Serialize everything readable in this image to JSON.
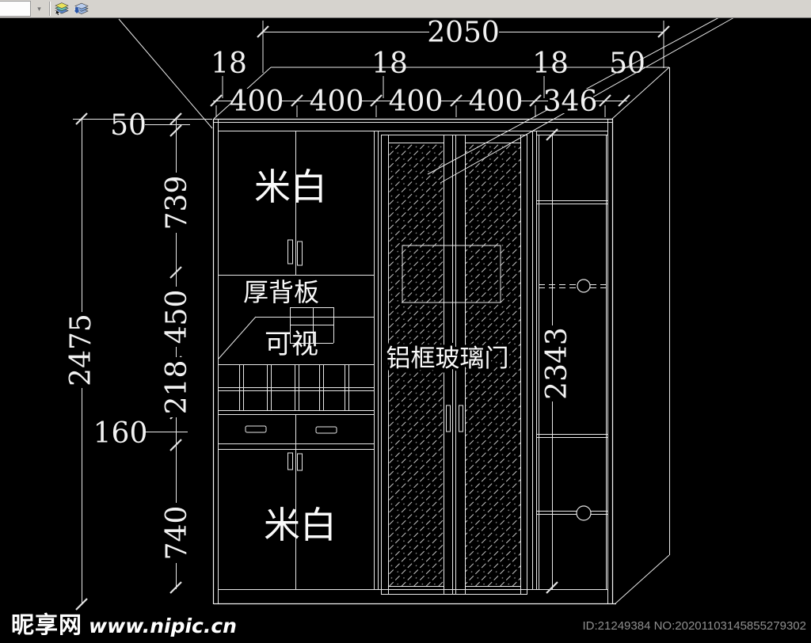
{
  "window": {
    "toolbar": {
      "dropdown_glyph": "▾",
      "icons": [
        "layer-stack-colored",
        "layer-stack-blue-arrow"
      ]
    }
  },
  "drawing": {
    "dims": {
      "overall_width": "2050",
      "thickness_row": [
        "18",
        "18",
        "18",
        "50"
      ],
      "sections": [
        "400",
        "400",
        "400",
        "400",
        "346"
      ],
      "left_top_offset": "50",
      "upper_door_height": "739",
      "niche_height": "450",
      "wine_rack_height": "218",
      "drawer_height": "160",
      "lower_door_height": "740",
      "total_height": "2475",
      "right_inner_height": "2343"
    },
    "labels": {
      "upper_door": "米白",
      "back_panel": "厚背板",
      "visible": "可视",
      "glass_door": "铝框玻璃门",
      "lower_door": "米白"
    }
  },
  "watermark": {
    "site_name": "昵享网",
    "site_url": "www.nipic.cn"
  },
  "footer": {
    "id_text": "ID:21249384 NO:20201103145855279302"
  },
  "colors": {
    "background": "#000000",
    "line": "#e9e9e9",
    "toolbar_bg": "#d6d3ce",
    "dim_text": "#f2f2f2",
    "footer_text": "#8f8f8f"
  }
}
